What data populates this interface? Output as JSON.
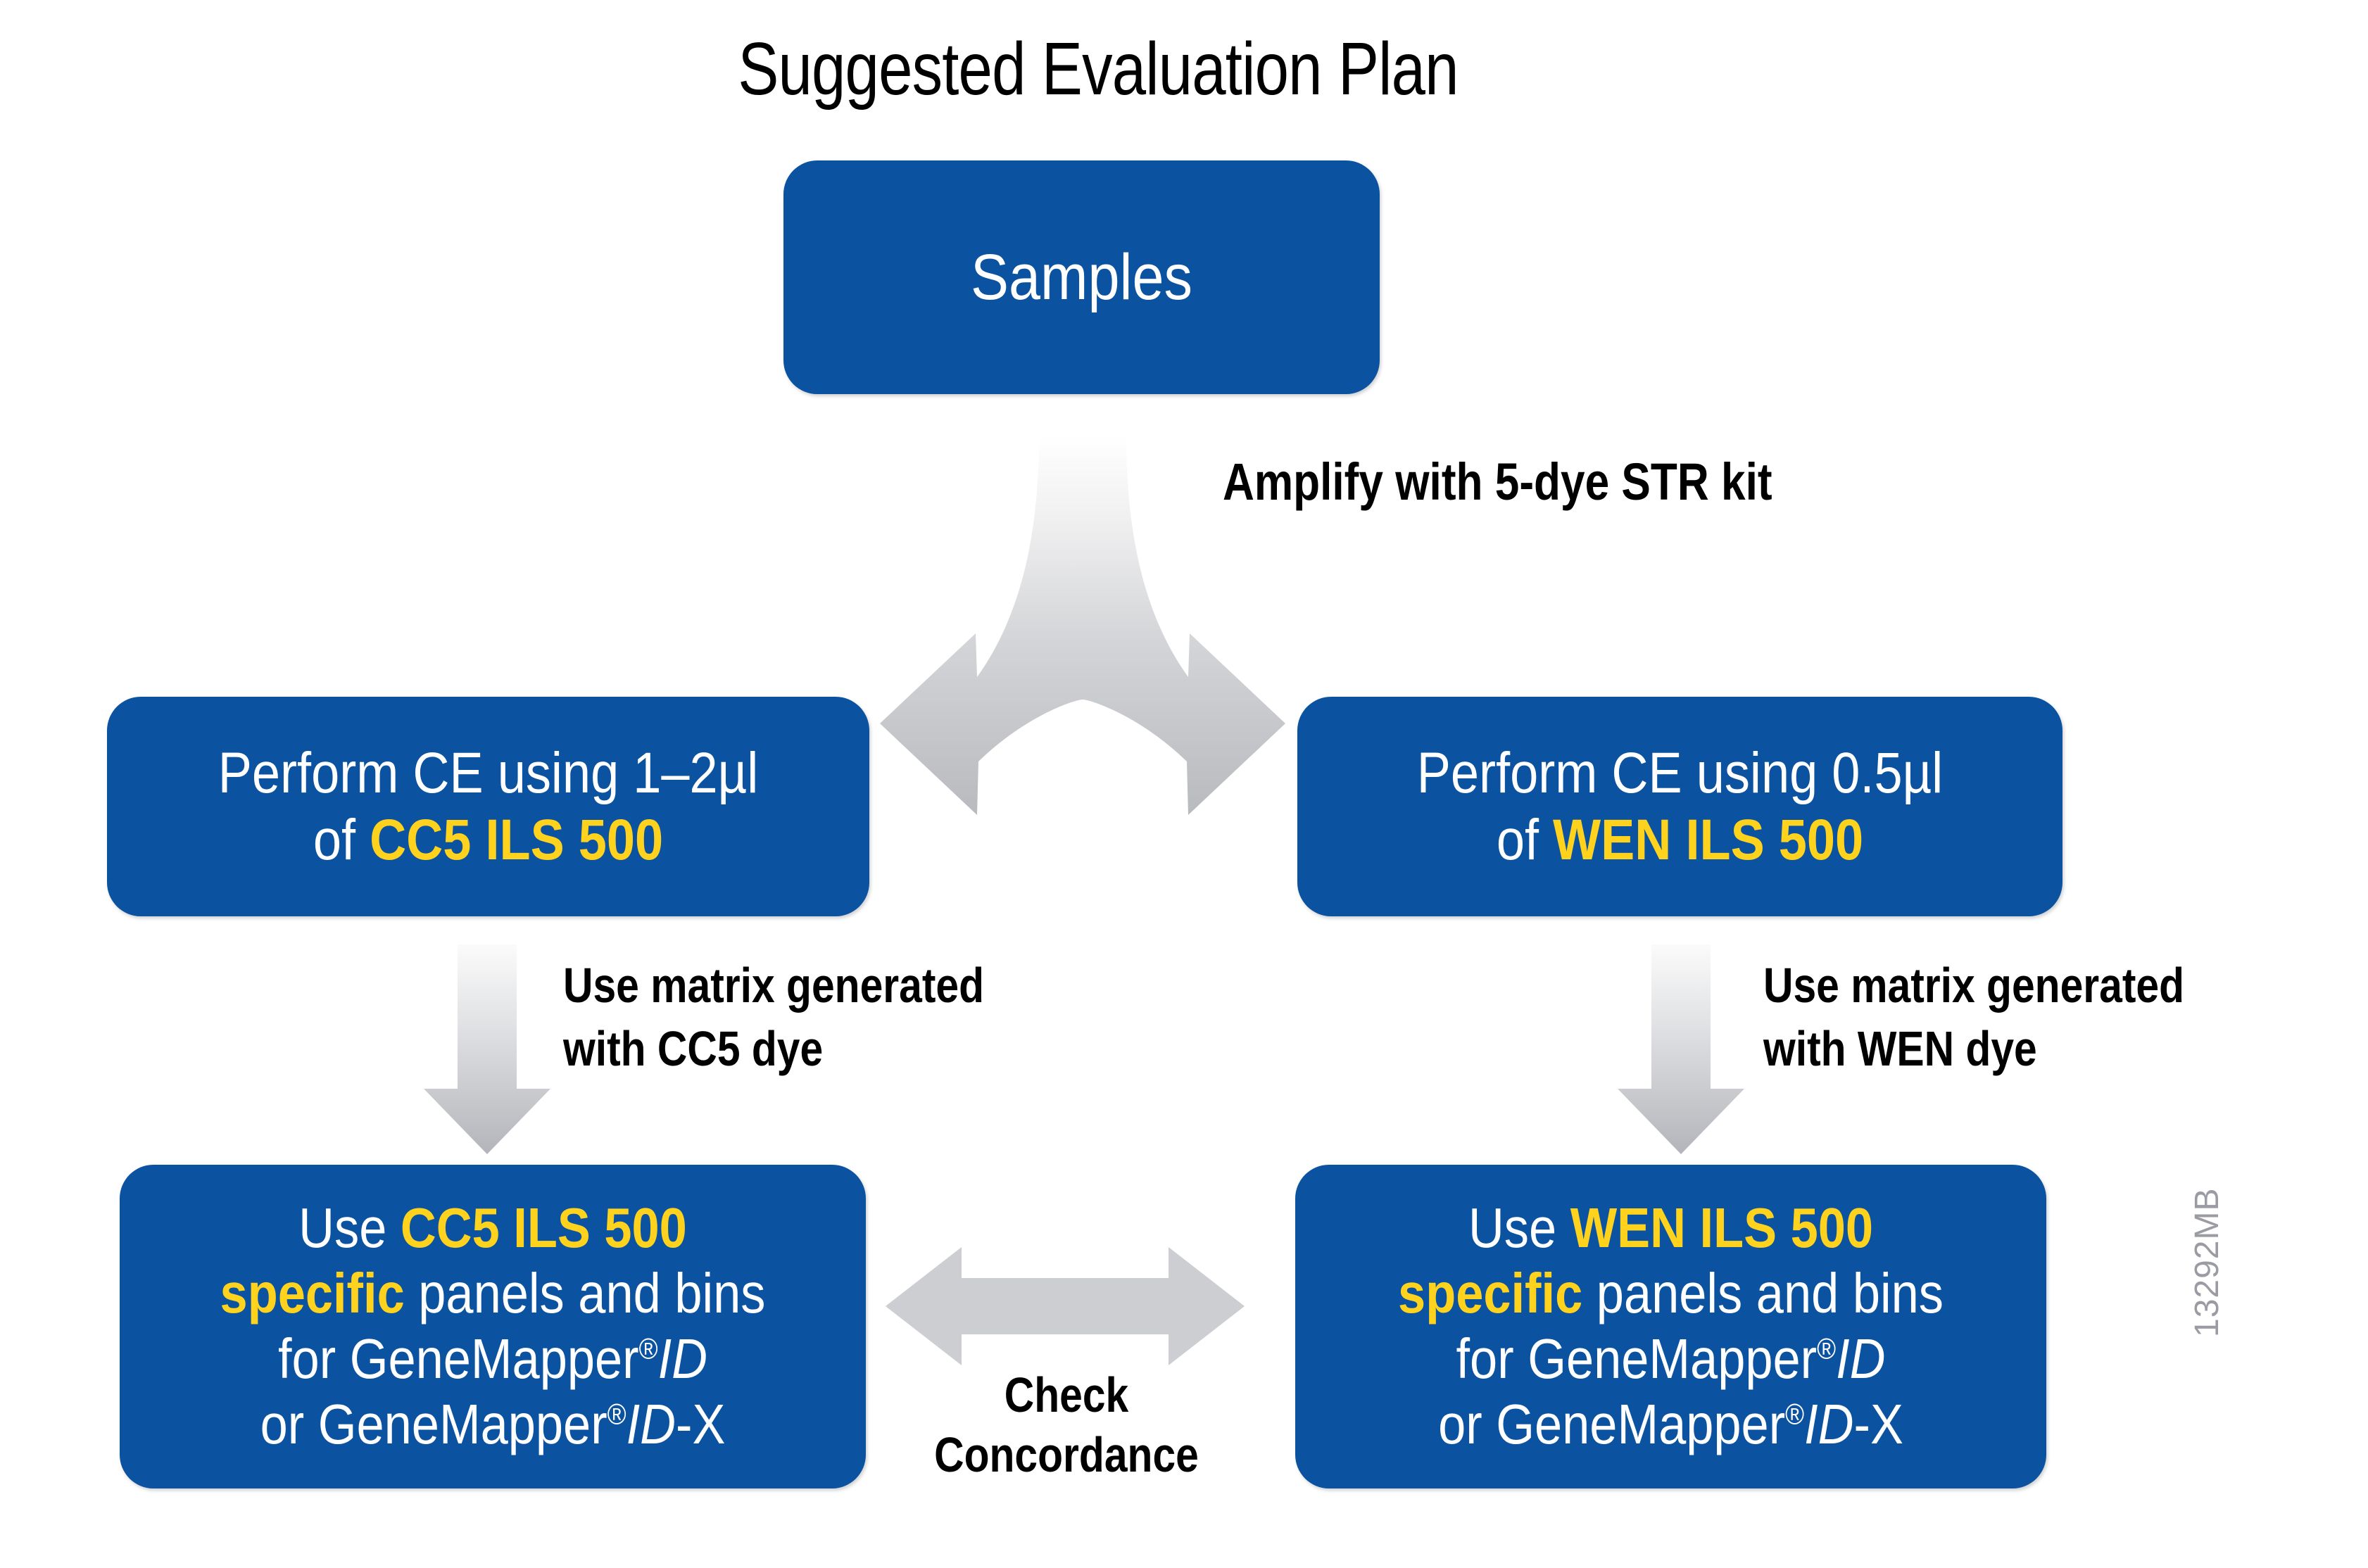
{
  "title": "Suggested Evaluation Plan",
  "colors": {
    "box_blue": "#0b53a0",
    "highlight_yellow": "#ffd21e",
    "arrow_gray": "#c9cace",
    "text_white": "#ffffff",
    "text_black": "#000000",
    "side_code_gray": "#9b9ca3"
  },
  "nodes": {
    "samples": {
      "label": "Samples"
    },
    "ce_left": {
      "line1": "Perform CE using 1–2µl",
      "line2_prefix": "of ",
      "line2_highlight": "CC5 ILS 500"
    },
    "ce_right": {
      "line1": "Perform CE using 0.5µl",
      "line2_prefix": "of ",
      "line2_highlight": "WEN ILS 500"
    },
    "panels_left": {
      "line1_prefix": "Use ",
      "line1_highlight": "CC5 ILS 500",
      "line2_highlight": "specific",
      "line2_suffix": " panels and bins",
      "line3_prefix": "for GeneMapper",
      "line3_reg": "®",
      "line3_italic": "ID",
      "line4_prefix": "or GeneMapper",
      "line4_reg": "®",
      "line4_italic": "ID",
      "line4_suffix": "-X"
    },
    "panels_right": {
      "line1_prefix": "Use ",
      "line1_highlight": "WEN ILS 500",
      "line2_highlight": "specific",
      "line2_suffix": " panels and bins",
      "line3_prefix": "for GeneMapper",
      "line3_reg": "®",
      "line3_italic": "ID",
      "line4_prefix": "or GeneMapper",
      "line4_reg": "®",
      "line4_italic": "ID",
      "line4_suffix": "-X"
    }
  },
  "connectors": {
    "amplify": "Amplify with 5-dye STR kit",
    "matrix_left": "Use matrix generated\nwith CC5 dye",
    "matrix_right": "Use matrix generated\nwith WEN dye",
    "concordance": "Check\nConcordance"
  },
  "footer": {
    "code": "13292MB"
  }
}
